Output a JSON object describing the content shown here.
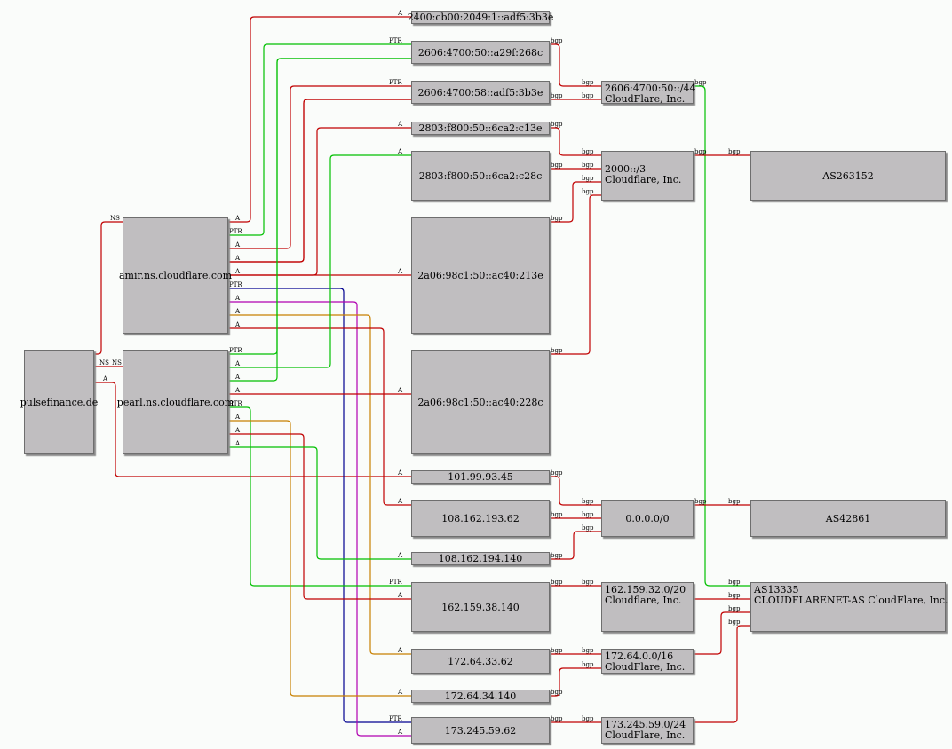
{
  "colors": {
    "red": "#c00000",
    "green": "#00c000",
    "blue": "#000090",
    "magenta": "#b000b0",
    "orange": "#c88000"
  },
  "nodes": {
    "pulse": [
      "pulsefinance.de"
    ],
    "amir": [
      "amir.ns.cloudflare.com"
    ],
    "pearl": [
      "pearl.ns.cloudflare.com"
    ],
    "ip_2400": [
      "2400:cb00:2049:1::adf5:3b3e"
    ],
    "ip_a29f": [
      "2606:4700:50::a29f:268c"
    ],
    "ip_58": [
      "2606:4700:58::adf5:3b3e"
    ],
    "ip_c13e": [
      "2803:f800:50::6ca2:c13e"
    ],
    "ip_c28c": [
      "2803:f800:50::6ca2:c28c"
    ],
    "ip_213e": [
      "2a06:98c1:50::ac40:213e"
    ],
    "ip_228c": [
      "2a06:98c1:50::ac40:228c"
    ],
    "ip_101": [
      "101.99.93.45"
    ],
    "ip_108a": [
      "108.162.193.62"
    ],
    "ip_108b": [
      "108.162.194.140"
    ],
    "ip_162": [
      "162.159.38.140"
    ],
    "ip_172a": [
      "172.64.33.62"
    ],
    "ip_172b": [
      "172.64.34.140"
    ],
    "ip_173": [
      "173.245.59.62"
    ],
    "net_2606": [
      "2606:4700:50::/44",
      "CloudFlare, Inc."
    ],
    "net_2000": [
      "2000::/3",
      "Cloudflare, Inc."
    ],
    "net_0": [
      "0.0.0.0/0"
    ],
    "net_162": [
      "162.159.32.0/20",
      "Cloudflare, Inc."
    ],
    "net_172": [
      "172.64.0.0/16",
      "CloudFlare, Inc."
    ],
    "net_173": [
      "173.245.59.0/24",
      "CloudFlare, Inc."
    ],
    "as_263152": [
      "AS263152"
    ],
    "as_42861": [
      "AS42861"
    ],
    "as_13335": [
      "AS13335",
      "CLOUDFLARENET-AS CloudFlare, Inc."
    ]
  },
  "edge_labels": {
    "a": "A",
    "ns": "NS",
    "ptr": "PTR",
    "bgp": "bgp"
  }
}
